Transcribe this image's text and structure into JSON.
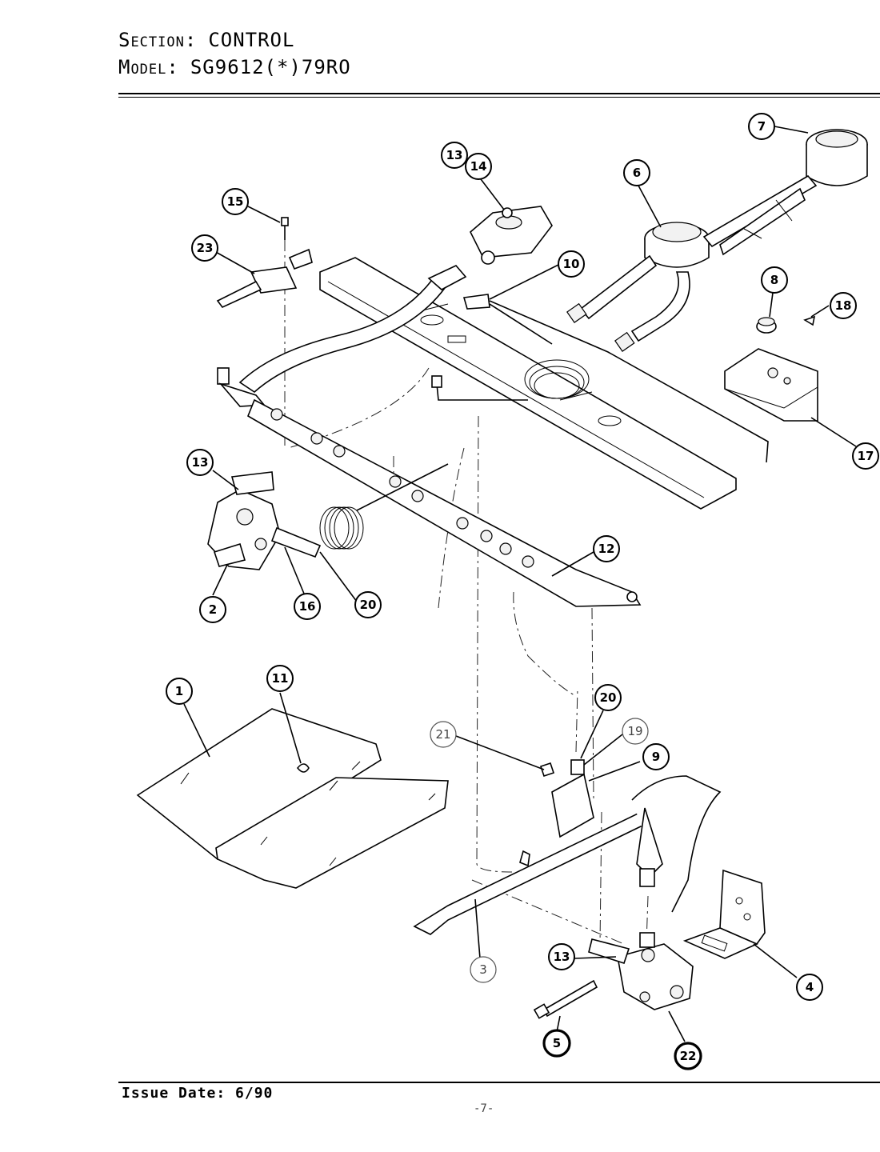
{
  "header": {
    "section_label": "Section:",
    "section_value": "CONTROL",
    "model_label": "Model:",
    "model_value": "SG9612(*)79RO"
  },
  "footer": {
    "issue_date": "Issue Date: 6/90",
    "page_mark": "-7-"
  },
  "callouts": [
    {
      "id": "c7",
      "label": "7"
    },
    {
      "id": "c13a",
      "label": "13"
    },
    {
      "id": "c14",
      "label": "14"
    },
    {
      "id": "c6",
      "label": "6"
    },
    {
      "id": "c15",
      "label": "15"
    },
    {
      "id": "c23",
      "label": "23"
    },
    {
      "id": "c10",
      "label": "10"
    },
    {
      "id": "c8",
      "label": "8"
    },
    {
      "id": "c18",
      "label": "18"
    },
    {
      "id": "c17",
      "label": "17"
    },
    {
      "id": "c13b",
      "label": "13"
    },
    {
      "id": "c12",
      "label": "12"
    },
    {
      "id": "c2",
      "label": "2"
    },
    {
      "id": "c16",
      "label": "16"
    },
    {
      "id": "c20a",
      "label": "20"
    },
    {
      "id": "c1",
      "label": "1"
    },
    {
      "id": "c11",
      "label": "11"
    },
    {
      "id": "c20b",
      "label": "20"
    },
    {
      "id": "c21",
      "label": "21"
    },
    {
      "id": "c19",
      "label": "19"
    },
    {
      "id": "c9",
      "label": "9"
    },
    {
      "id": "c3",
      "label": "3"
    },
    {
      "id": "c13c",
      "label": "13"
    },
    {
      "id": "c4",
      "label": "4"
    },
    {
      "id": "c5",
      "label": "5"
    },
    {
      "id": "c22",
      "label": "22"
    }
  ]
}
